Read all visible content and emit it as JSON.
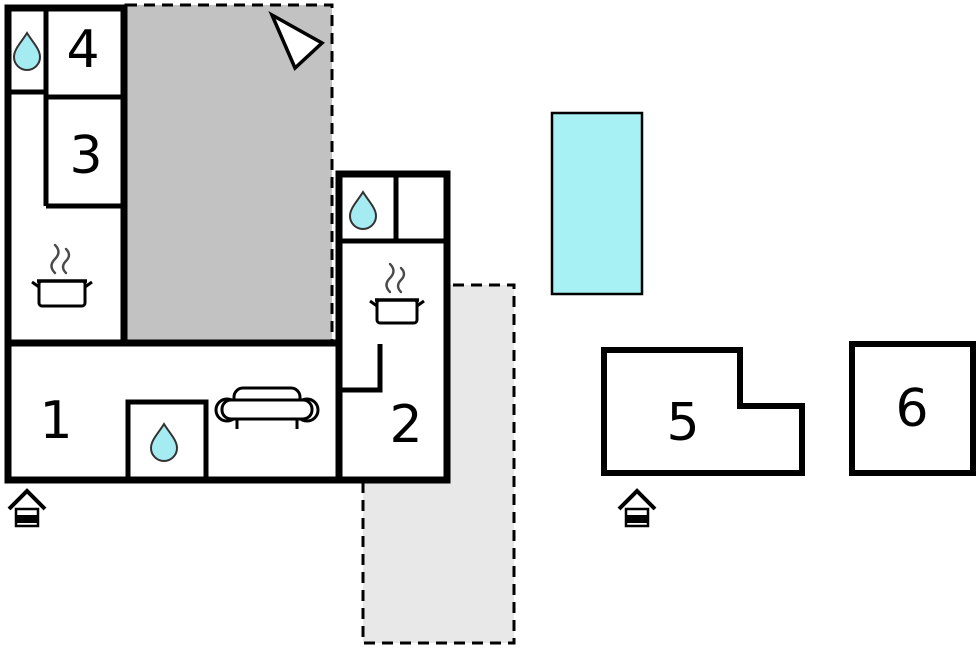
{
  "colors": {
    "wall": "#000000",
    "terrace_dark": "#c2c2c2",
    "terrace_light": "#e8e8e8",
    "pool": "#a7f1f4",
    "water_drop": "#a5ecf2",
    "water_drop_outline": "#333333"
  },
  "plan": {
    "rooms": [
      {
        "number": "1"
      },
      {
        "number": "2"
      },
      {
        "number": "3"
      },
      {
        "number": "4"
      },
      {
        "number": "5"
      },
      {
        "number": "6"
      }
    ]
  },
  "icons": {
    "water_drop": "water-drop",
    "stove": "cooking-pot-with-steam",
    "sofa": "sofa",
    "north_arrow": "north-arrow",
    "entrance": "entrance-marker",
    "pool": "swimming-pool"
  }
}
